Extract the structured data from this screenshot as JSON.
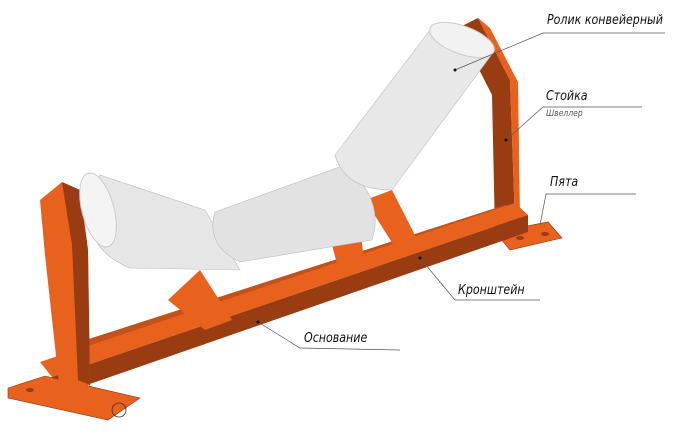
{
  "labels": {
    "roller": "Ролик конвейерный",
    "post": "Стойка",
    "post_sub": "Швеллер",
    "foot": "Пята",
    "bracket": "Кронштейн",
    "base": "Основание"
  },
  "colors": {
    "steel": "#e8621e",
    "steel_dark": "#9a3c12",
    "roller": "#e9e9e9"
  }
}
